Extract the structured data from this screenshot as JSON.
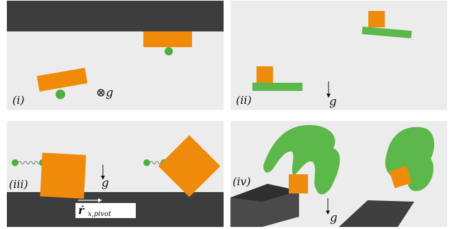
{
  "panels": [
    {
      "label": "(i)",
      "gravity": "⊗g"
    },
    {
      "label": "(ii)",
      "gravity": "g"
    },
    {
      "label": "(iii)",
      "gravity": "g",
      "velocity_label": "ṙ",
      "velocity_subscript": "x,pivot"
    },
    {
      "label": "(iv)",
      "gravity": "g"
    }
  ],
  "colors": {
    "panel_bg": "#ececec",
    "dark_surface": "#3d3d3d",
    "box_orange": "#f08a0a",
    "ball_green": "#4caf3e",
    "plate_green": "#5cb84a",
    "hand_green": "#5cb84a",
    "table_dark": "#3f3f3f"
  }
}
